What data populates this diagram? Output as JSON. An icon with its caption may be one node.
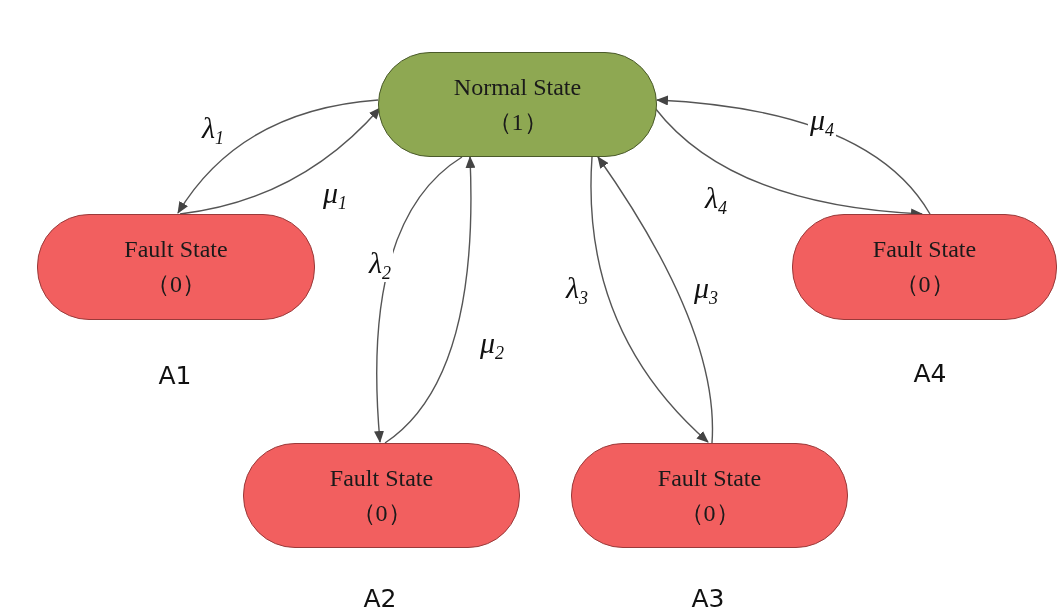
{
  "diagram": {
    "nodes": [
      {
        "text": [
          "Normal State",
          "（1）"
        ]
      },
      {
        "text": [
          "Fault State",
          "（0）"
        ],
        "beside": [
          "A1"
        ]
      },
      {
        "text": [
          "Fault State",
          "（0）"
        ],
        "beside": [
          "A2"
        ]
      },
      {
        "text": [
          "Fault State",
          "（0）"
        ],
        "beside": [
          "A3"
        ]
      },
      {
        "text": [
          "Fault State",
          "（0）"
        ],
        "beside": [
          "A4"
        ]
      }
    ],
    "edges": [
      {
        "from": 0,
        "to": 1,
        "arrow": "to",
        "label": "λ$_{1}$"
      },
      {
        "from": 1,
        "to": 0,
        "arrow": "to",
        "label": "μ$_{1}$"
      },
      {
        "from": 0,
        "to": 2,
        "arrow": "to",
        "label": "λ$_{2}$"
      },
      {
        "from": 2,
        "to": 0,
        "arrow": "to",
        "label": "μ$_{2}$"
      },
      {
        "from": 0,
        "to": 3,
        "arrow": "to",
        "label": "λ$_{3}$"
      },
      {
        "from": 3,
        "to": 0,
        "arrow": "to",
        "label": "μ$_{3}$"
      },
      {
        "from": 0,
        "to": 4,
        "arrow": "to",
        "label": "λ$_{4}$"
      },
      {
        "from": 4,
        "to": 0,
        "arrow": "to",
        "label": "μ$_{4}$"
      }
    ]
  }
}
